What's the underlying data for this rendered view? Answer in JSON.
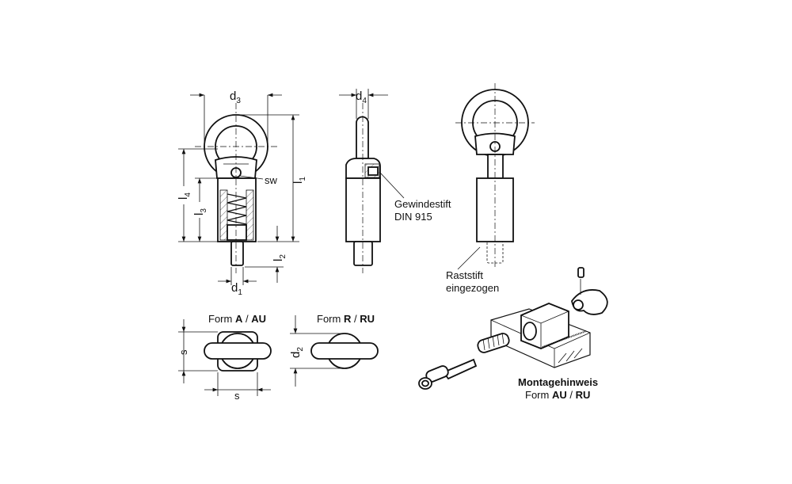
{
  "dimensions": {
    "d3": {
      "base": "d",
      "sub": "3"
    },
    "d4": {
      "base": "d",
      "sub": "4"
    },
    "d1": {
      "base": "d",
      "sub": "1"
    },
    "d2": {
      "base": "d",
      "sub": "2"
    },
    "l1": {
      "base": "l",
      "sub": "1"
    },
    "l2": {
      "base": "l",
      "sub": "2"
    },
    "l3": {
      "base": "l",
      "sub": "3"
    },
    "l4": {
      "base": "l",
      "sub": "4"
    },
    "sw": "sw",
    "s": "s"
  },
  "callouts": {
    "set_screw_line1": "Gewindestift",
    "set_screw_line2": "DIN 915",
    "pin_line1": "Raststift",
    "pin_line2": "eingezogen"
  },
  "forms": {
    "form_a": {
      "prefix": "Form ",
      "bold1": "A",
      "sep": " / ",
      "bold2": "AU"
    },
    "form_r": {
      "prefix": "Form ",
      "bold1": "R",
      "sep": " / ",
      "bold2": "RU"
    }
  },
  "assembly": {
    "title": "Montagehinweis",
    "prefix": "Form ",
    "bold1": "AU",
    "sep": " / ",
    "bold2": "RU"
  }
}
